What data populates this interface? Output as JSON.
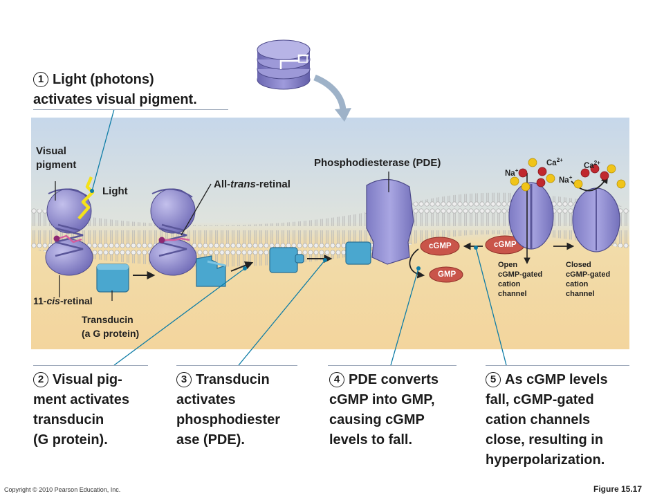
{
  "steps": [
    {
      "number": "1",
      "lines": [
        "Light (photons)",
        "activates visual pigment."
      ]
    },
    {
      "number": "2",
      "lines": [
        "Visual pig-",
        "ment activates",
        "transducin",
        "(G protein)."
      ]
    },
    {
      "number": "3",
      "lines": [
        "Transducin",
        "activates",
        "phosphodiester",
        "ase (PDE)."
      ]
    },
    {
      "number": "4",
      "lines": [
        "PDE converts",
        "cGMP into GMP,",
        "causing cGMP",
        "levels to fall."
      ]
    },
    {
      "number": "5",
      "lines": [
        "As cGMP levels",
        "fall, cGMP-gated",
        "cation channels",
        "close, resulting in",
        "hyperpolarization."
      ]
    }
  ],
  "labels": {
    "visual_pigment_1": "Visual",
    "visual_pigment_2": "pigment",
    "light": "Light",
    "all_trans_prefix": "All-",
    "all_trans_italic": "trans",
    "all_trans_suffix": "-retinal",
    "pde": "Phosphodiesterase (PDE)",
    "cis_prefix": "11-",
    "cis_italic": "cis",
    "cis_suffix": "-retinal",
    "transducin_1": "Transducin",
    "transducin_2": "(a G protein)",
    "cgmp": "cGMP",
    "gmp": "GMP",
    "na": "Na",
    "na_sup": "+",
    "ca": "Ca",
    "ca_sup": "2+",
    "open_channel": [
      "Open",
      "cGMP-gated",
      "cation",
      "channel"
    ],
    "closed_channel": [
      "Closed",
      "cGMP-gated",
      "cation",
      "channel"
    ]
  },
  "footer": {
    "copyright": "Copyright © 2010 Pearson Education, Inc.",
    "figure": "Figure 15.17"
  },
  "colors": {
    "cytoplasm_top": "#c9d9ea",
    "cytoplasm_bottom": "#f3d7a3",
    "protein": "#8f8ccf",
    "transducin": "#4aa7cf",
    "cgmp": "#c9554a",
    "sodium": "#f0c419",
    "calcium": "#c0282e",
    "light": "#f4e21a"
  }
}
